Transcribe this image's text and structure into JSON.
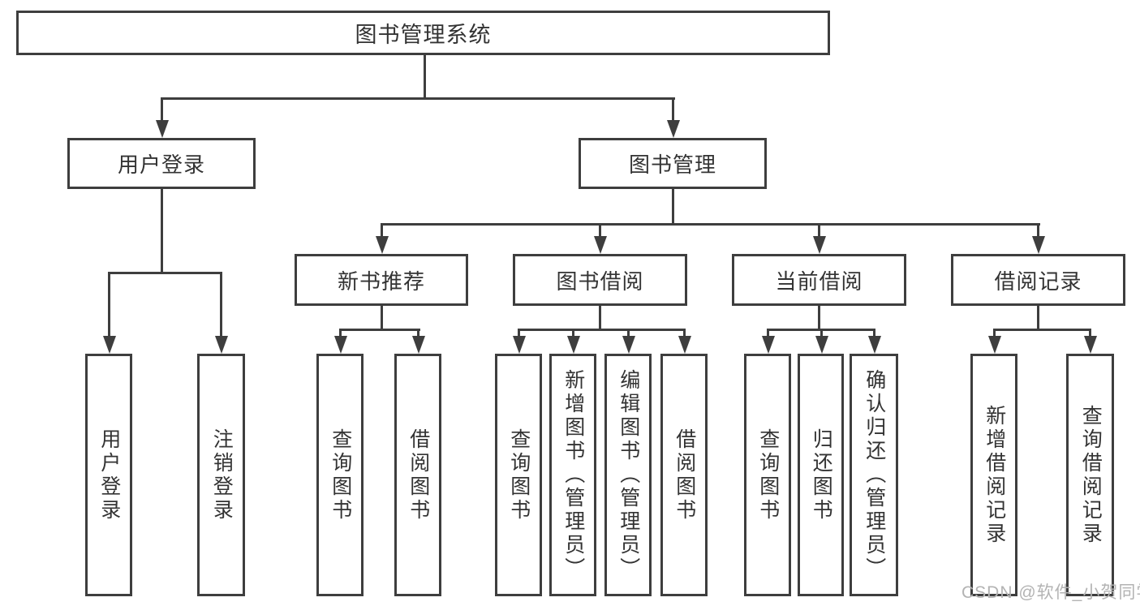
{
  "diagram": {
    "title": "图书管理系统",
    "branches": [
      {
        "label": "用户登录",
        "children": [
          {
            "label": "用户登录"
          },
          {
            "label": "注销登录"
          }
        ]
      },
      {
        "label": "图书管理",
        "children": [
          {
            "label": "新书推荐",
            "children": [
              {
                "label": "查询图书"
              },
              {
                "label": "借阅图书"
              }
            ]
          },
          {
            "label": "图书借阅",
            "children": [
              {
                "label": "查询图书"
              },
              {
                "label": "新增图书（管理员）"
              },
              {
                "label": "编辑图书（管理员）"
              },
              {
                "label": "借阅图书"
              }
            ]
          },
          {
            "label": "当前借阅",
            "children": [
              {
                "label": "查询图书"
              },
              {
                "label": "归还图书"
              },
              {
                "label": "确认归还（管理员）"
              }
            ]
          },
          {
            "label": "借阅记录",
            "children": [
              {
                "label": "新增借阅记录"
              },
              {
                "label": "查询借阅记录"
              }
            ]
          }
        ]
      }
    ]
  },
  "watermark": {
    "text": "CSDN @软件_小贺同学"
  },
  "colors": {
    "line": "#3e3e3e",
    "text": "#333333",
    "watermark": "#b3b3b3",
    "background": "#ffffff"
  }
}
